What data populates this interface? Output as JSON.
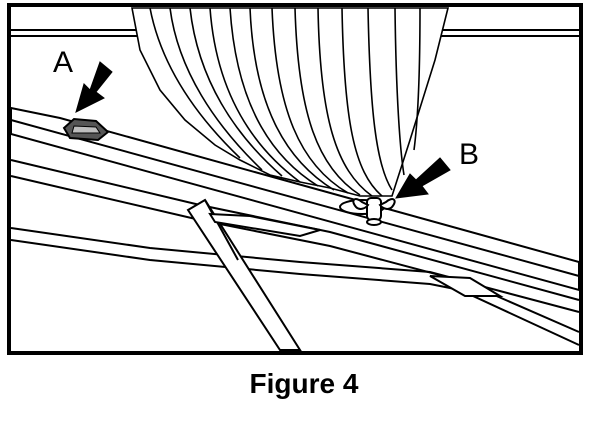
{
  "figure": {
    "callouts": {
      "a": "A",
      "b": "B"
    },
    "caption": "Figure 4"
  },
  "colors": {
    "ink": "#000000",
    "paper": "#ffffff",
    "shade": "#bdbdbd"
  },
  "icons": {
    "arrow_a": "arrow-down-right-icon",
    "arrow_b": "arrow-down-left-icon"
  }
}
